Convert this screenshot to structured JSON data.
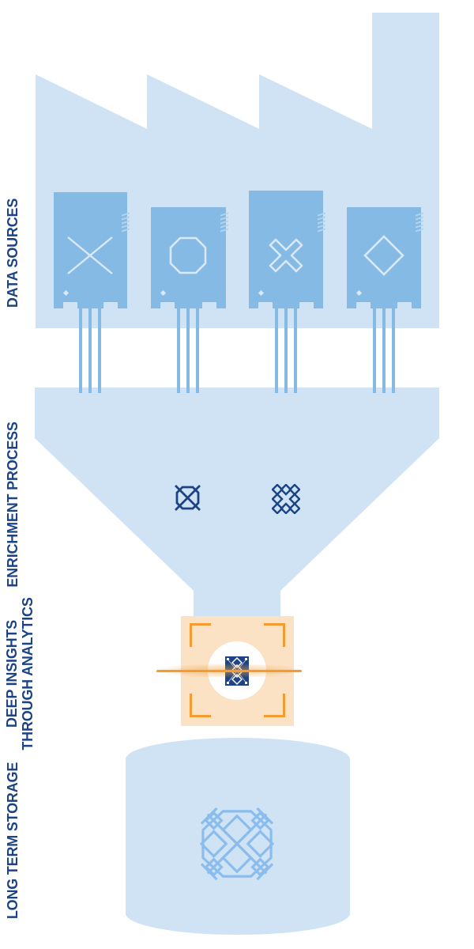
{
  "labels": {
    "data_sources": "DATA SOURCES",
    "enrichment_process": "ENRICHMENT PROCESS",
    "deep_insights_line1": "DEEP INSIGHTS",
    "deep_insights_line2": "THROUGH ANALYTICS",
    "long_term_storage": "LONG TERM STORAGE"
  },
  "sections": [
    {
      "id": "data-sources",
      "label": "DATA SOURCES",
      "shape": "factory-silhouette",
      "icon": "factory-icon"
    },
    {
      "id": "enrichment-process",
      "label": "ENRICHMENT PROCESS",
      "shape": "funnel",
      "icons": [
        "octagon-x-icon",
        "diamond-cluster-icon"
      ]
    },
    {
      "id": "deep-insights-through-analytics",
      "label": "DEEP INSIGHTS THROUGH ANALYTICS",
      "shape": "scanner-box",
      "icons": [
        "viewfinder-brackets-icon",
        "scan-line-icon",
        "stitch-square-icon"
      ]
    },
    {
      "id": "long-term-storage",
      "label": "LONG TERM STORAGE",
      "shape": "storage-cylinder",
      "icons": [
        "woven-lattice-icon"
      ]
    }
  ],
  "servers": [
    {
      "symbol": "thin-x",
      "wires": 3
    },
    {
      "symbol": "octagon",
      "wires": 3
    },
    {
      "symbol": "thick-cross",
      "wires": 3
    },
    {
      "symbol": "diamond",
      "wires": 3
    }
  ],
  "colors": {
    "light_blue": "#cfe3f4",
    "medium_blue": "#85bae5",
    "navy": "#1b4385",
    "symbol_light": "#d9e9f8",
    "peach": "#fbe2c5",
    "orange": "#f59b30",
    "storage_glyph": "#8abded",
    "comb": "#b3d3ef",
    "bg": "#ffffff"
  }
}
